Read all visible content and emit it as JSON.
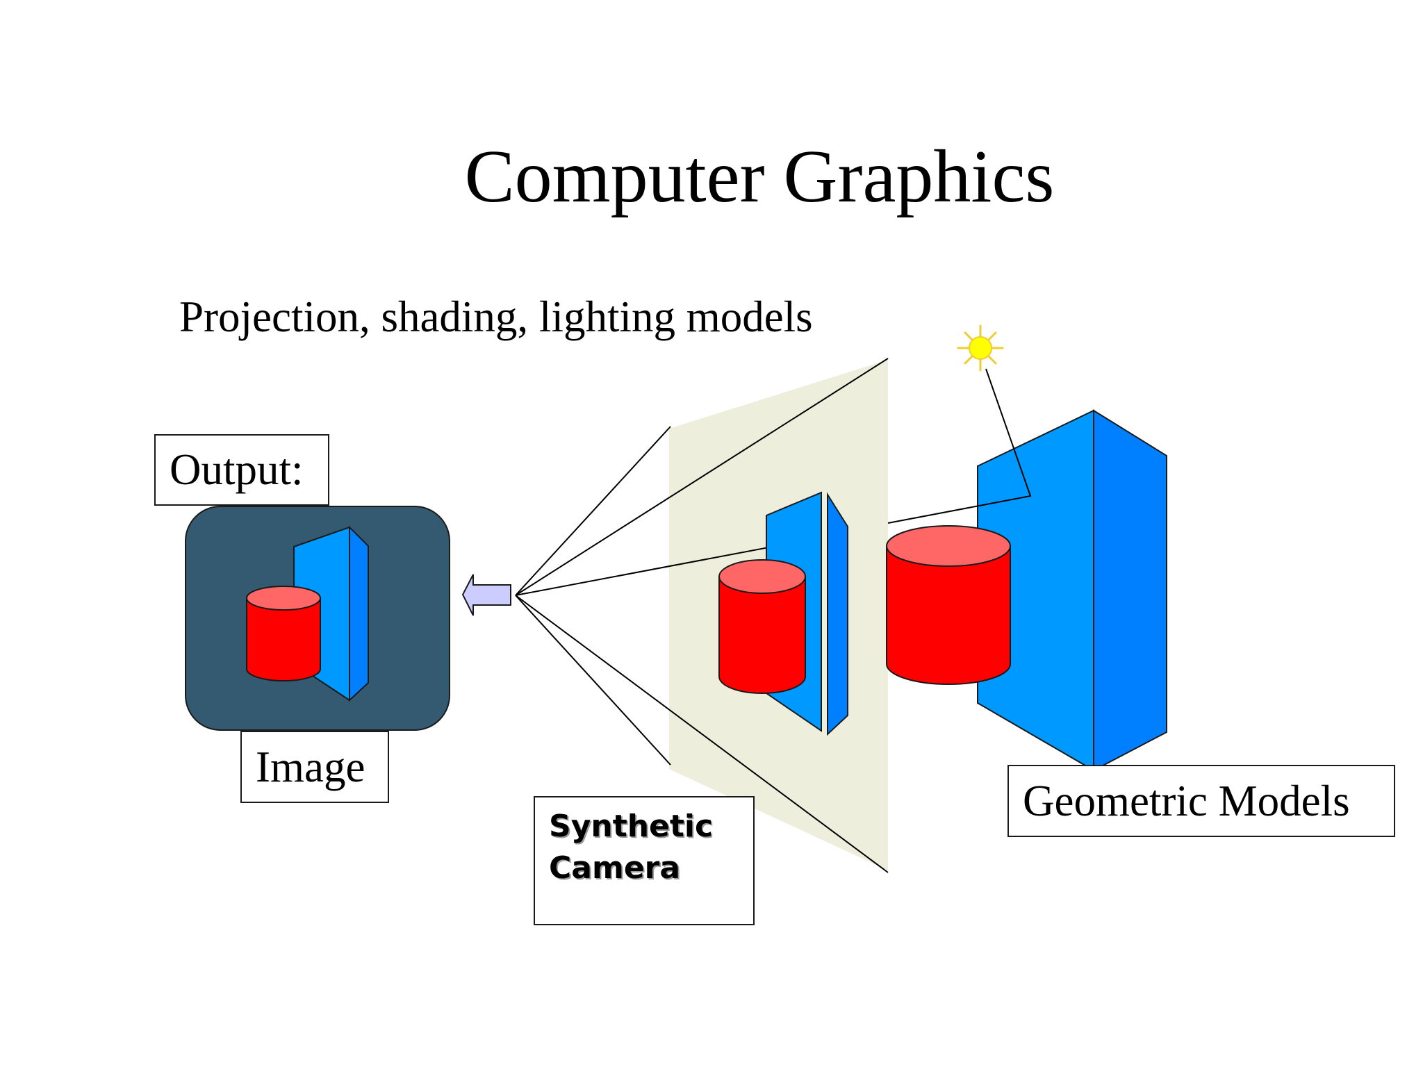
{
  "slide": {
    "title": "Computer Graphics",
    "subtitle": "Projection, shading, lighting models"
  },
  "labels": {
    "output": "Output:",
    "image": "Image",
    "camera_line1": "Synthetic",
    "camera_line2": "Camera",
    "geometric": "Geometric Models"
  },
  "icons": {
    "light": "sun-icon",
    "flow": "arrow-left-icon"
  },
  "colors": {
    "cylinder_body": "#ff0000",
    "cylinder_top": "#ff6666",
    "model_front": "#0099ff",
    "model_side": "#0080ff",
    "projection_plane": "#eeeedc",
    "image_screen": "#335a70",
    "arrow": "#ccccff",
    "sun": "#ffff00"
  }
}
